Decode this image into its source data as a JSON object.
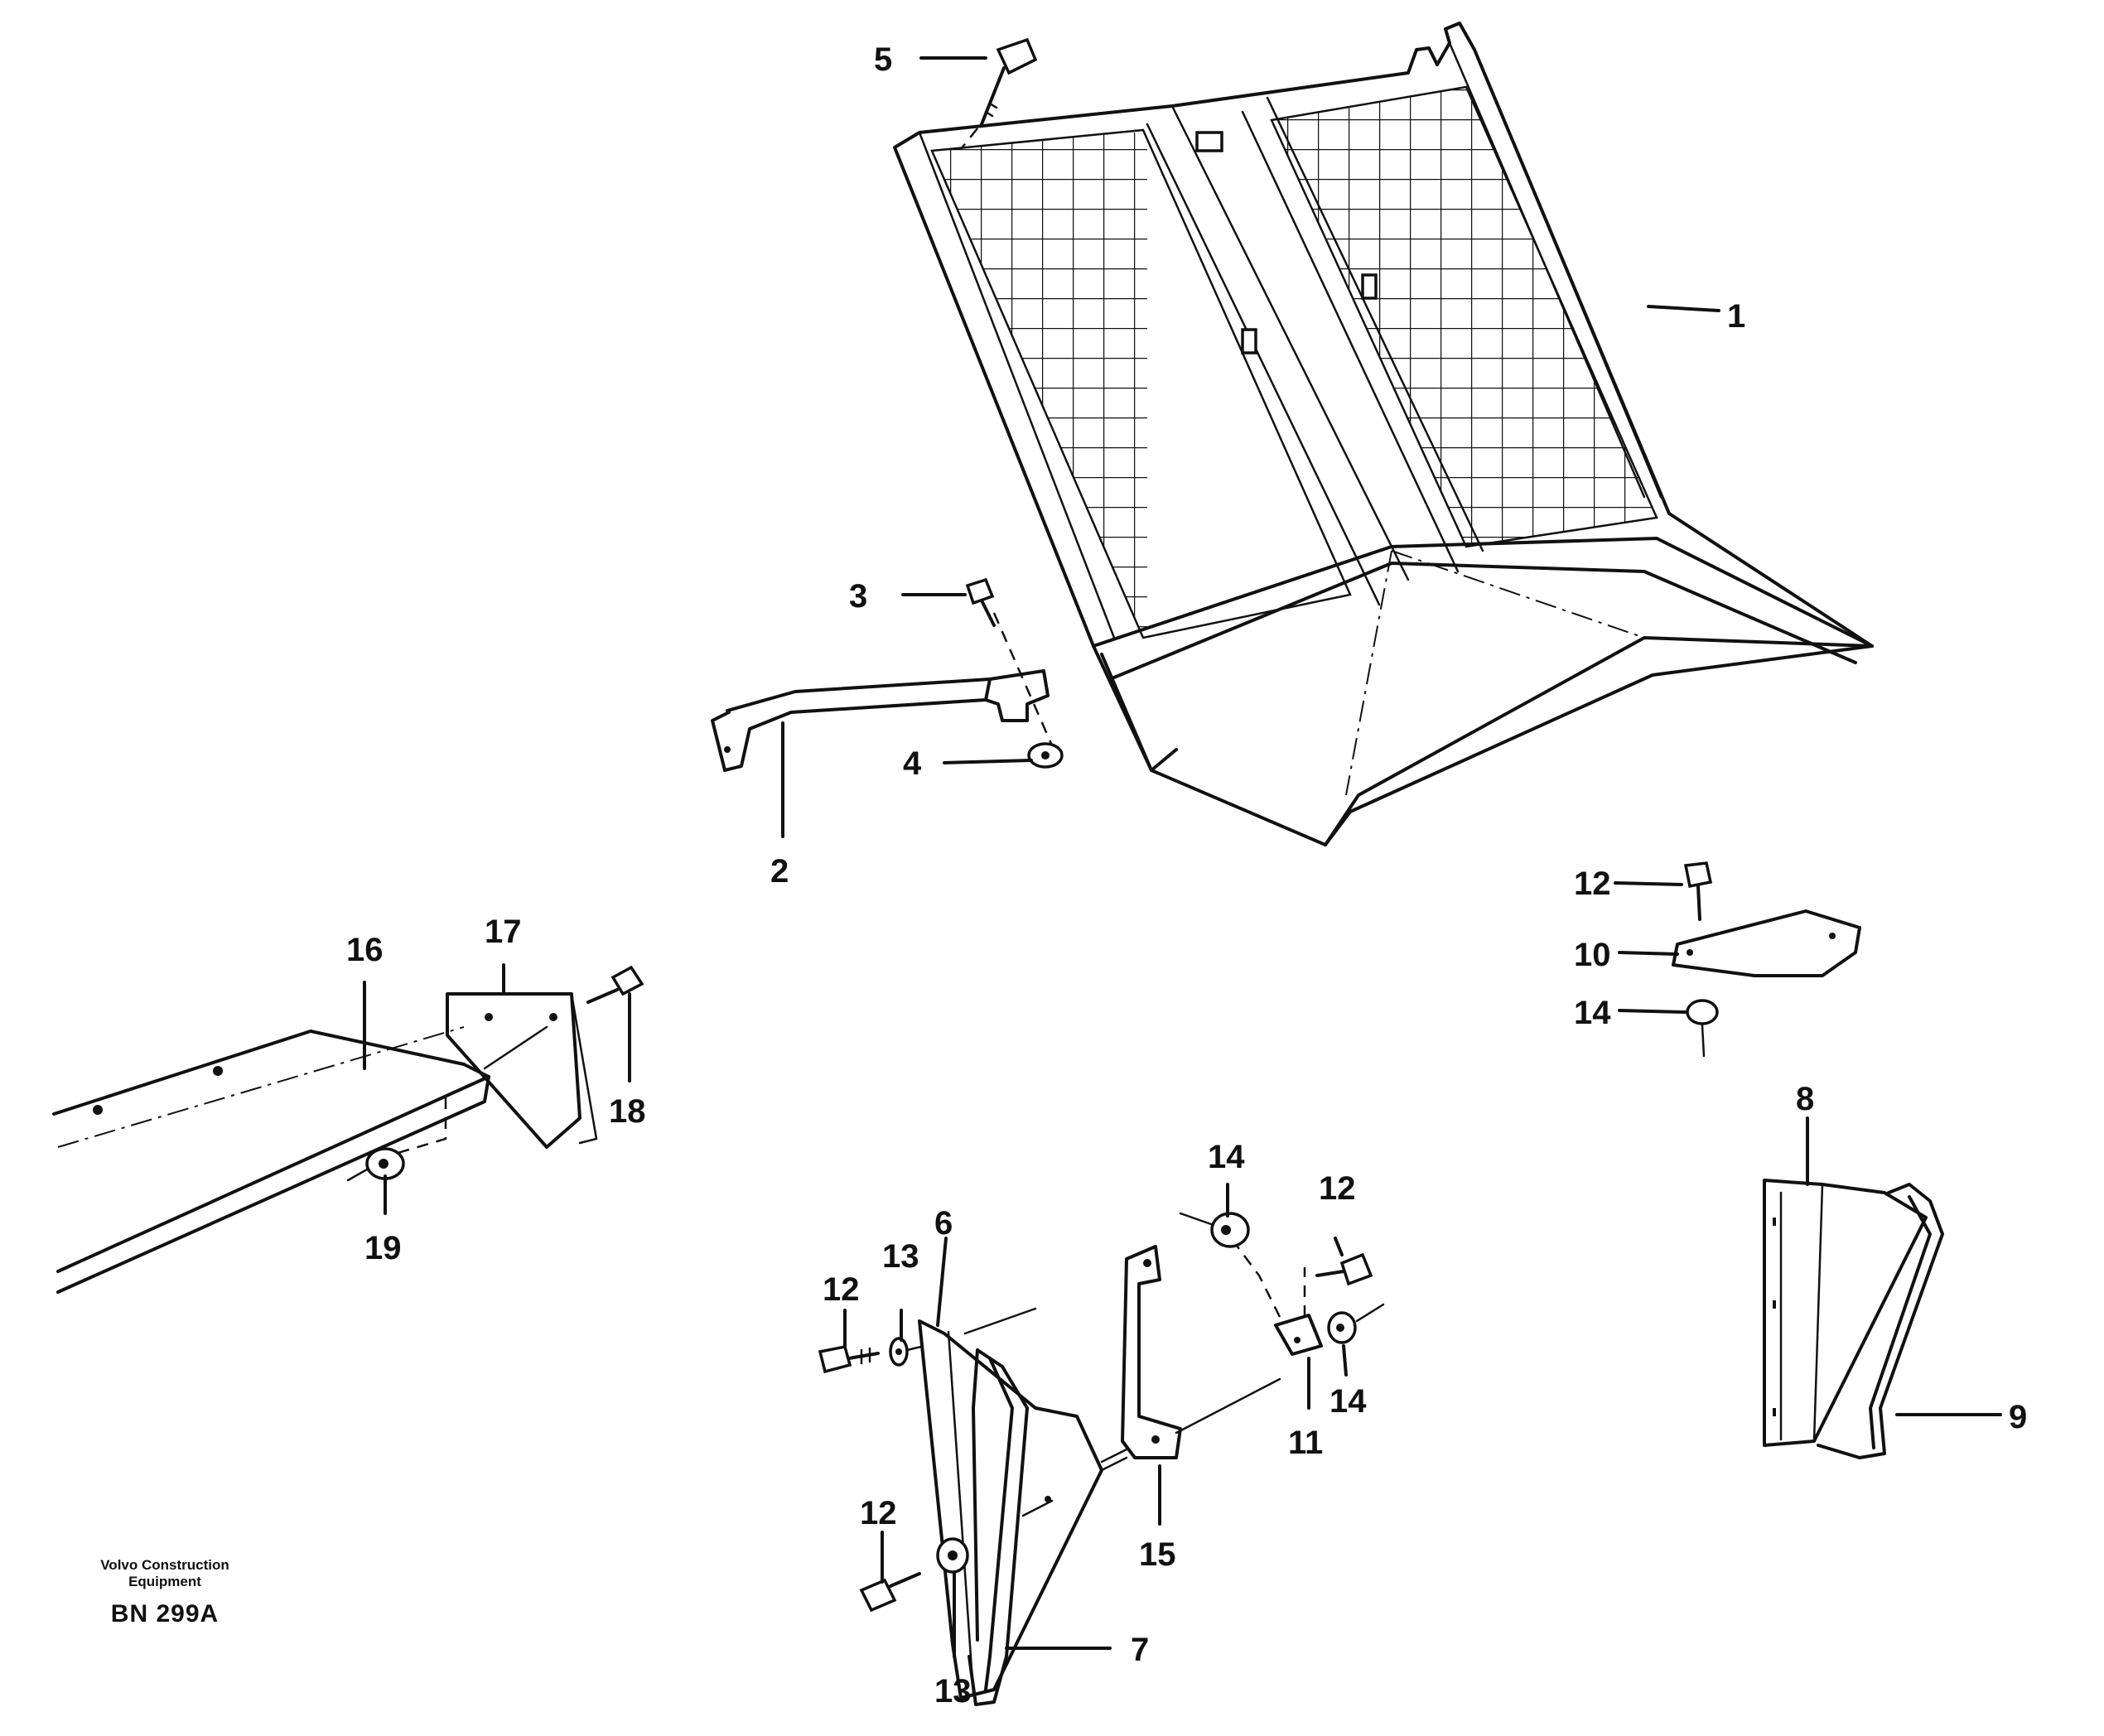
{
  "callouts": {
    "c1": "1",
    "c2": "2",
    "c3": "3",
    "c4": "4",
    "c5": "5",
    "c6": "6",
    "c7": "7",
    "c8": "8",
    "c9": "9",
    "c10": "10",
    "c11": "11",
    "c12a": "12",
    "c12b": "12",
    "c12c": "12",
    "c12d": "12",
    "c13a": "13",
    "c13b": "13",
    "c14a": "14",
    "c14b": "14",
    "c14c": "14",
    "c15": "15",
    "c16": "16",
    "c17": "17",
    "c18": "18",
    "c19": "19"
  },
  "brand": {
    "line1": "Volvo Construction",
    "line2": "Equipment",
    "drawing_code": "BN 299A"
  }
}
